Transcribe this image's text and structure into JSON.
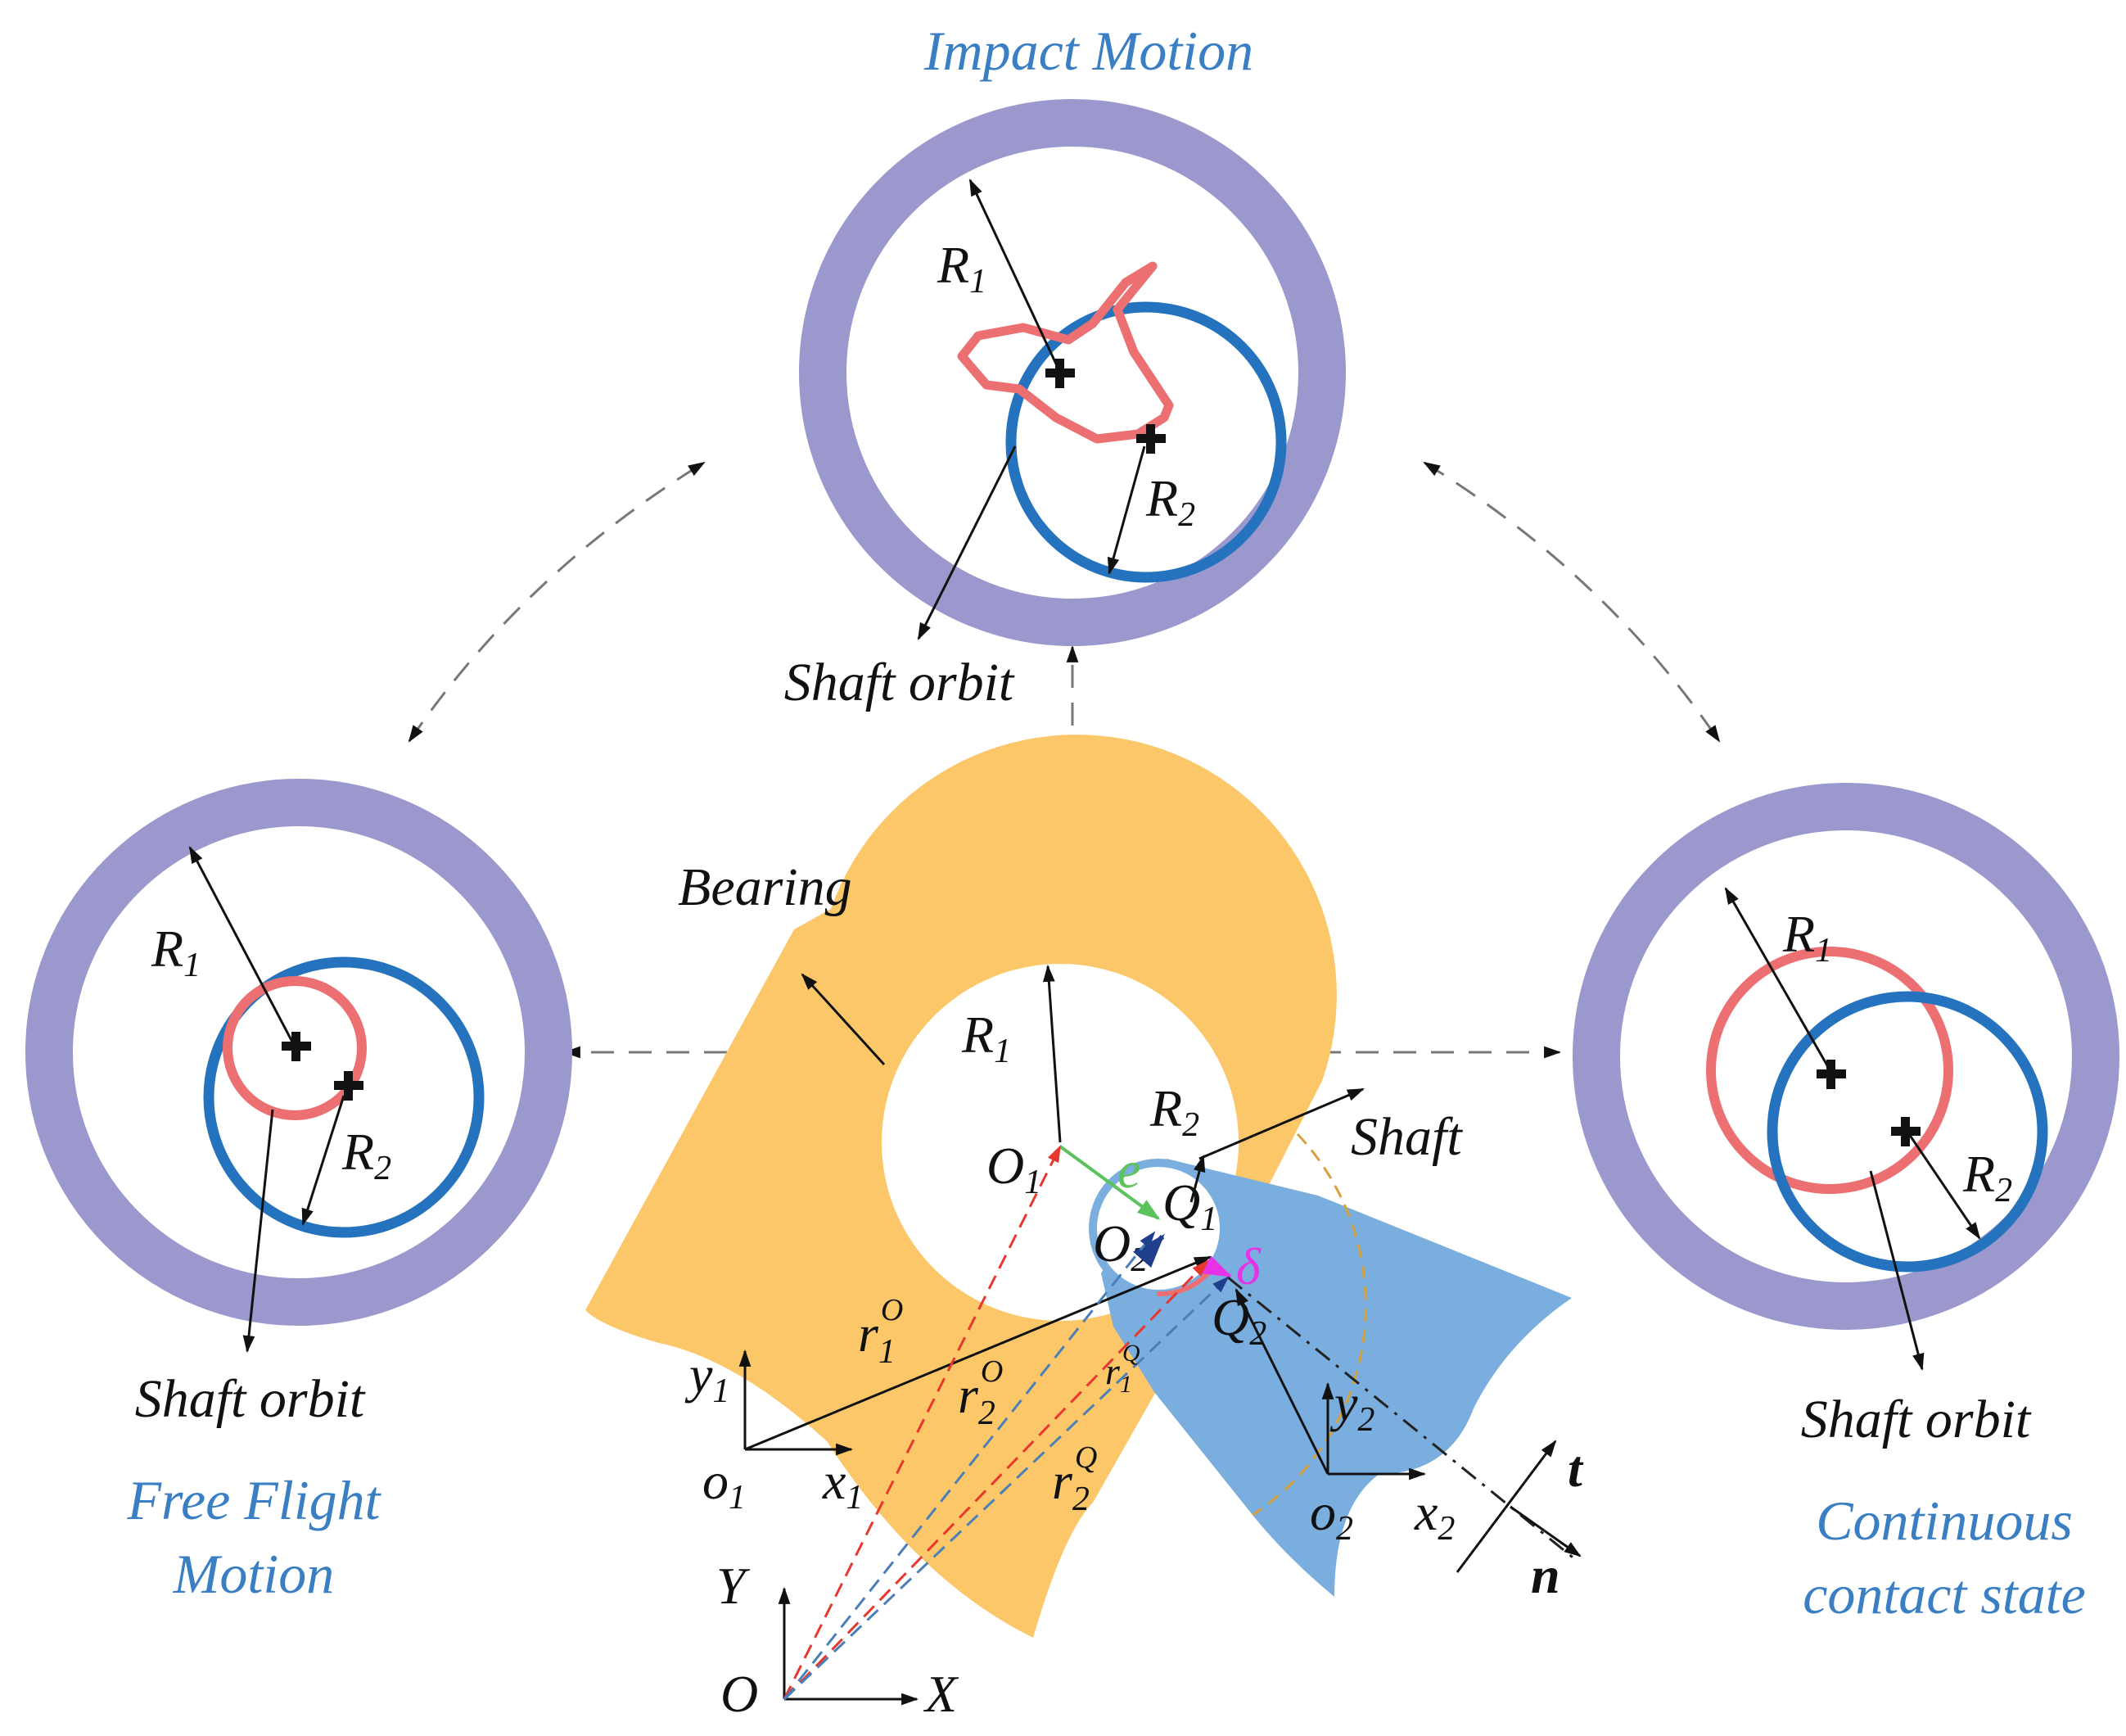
{
  "colors": {
    "bearing_ring": "#9a98cc",
    "bearing_body": "#fbc768",
    "shaft_body": "#7aaede",
    "shaft_circle": "#2573be",
    "orbit_red": "#ec6f72",
    "title_blue": "#3a7fc4",
    "eccentricity_green": "#5cc25c",
    "penetration_magenta": "#e633e6",
    "vector_red": "#e8372e",
    "vector_blue": "#4a7fb8"
  },
  "states": {
    "impact": {
      "title": "Impact Motion",
      "r1": "R",
      "r1_sub": "1",
      "r2": "R",
      "r2_sub": "2",
      "orbit_label": "Shaft orbit"
    },
    "free_flight": {
      "title_line1": "Free Flight",
      "title_line2": "Motion",
      "r1": "R",
      "r1_sub": "1",
      "r2": "R",
      "r2_sub": "2",
      "orbit_label": "Shaft orbit"
    },
    "continuous": {
      "title_line1": "Continuous",
      "title_line2": "contact state",
      "r1": "R",
      "r1_sub": "1",
      "r2": "R",
      "r2_sub": "2",
      "orbit_label": "Shaft orbit"
    }
  },
  "center": {
    "bearing_label": "Bearing",
    "shaft_label": "Shaft",
    "R1": "R",
    "R1_sub": "1",
    "R2": "R",
    "R2_sub": "2",
    "O1": "O",
    "O1_sub": "1",
    "O2": "O",
    "O2_sub": "2",
    "Q1": "Q",
    "Q1_sub": "1",
    "Q2": "Q",
    "Q2_sub": "2",
    "e": "e",
    "delta": "δ",
    "r1O": "r",
    "r1O_sub": "1",
    "r1O_sup": "O",
    "r2O": "r",
    "r2O_sub": "2",
    "r2O_sup": "O",
    "r1Q": "r",
    "r1Q_sub": "1",
    "r1Q_sup": "Q",
    "r2Q": "r",
    "r2Q_sub": "2",
    "r2Q_sup": "Q",
    "y1": "y",
    "y1_sub": "1",
    "x1": "x",
    "x1_sub": "1",
    "o1": "o",
    "o1_sub": "1",
    "y2": "y",
    "y2_sub": "2",
    "x2": "x",
    "x2_sub": "2",
    "o2": "o",
    "o2_sub": "2",
    "t": "t",
    "n": "n",
    "Y": "Y",
    "X": "X",
    "O": "O"
  }
}
